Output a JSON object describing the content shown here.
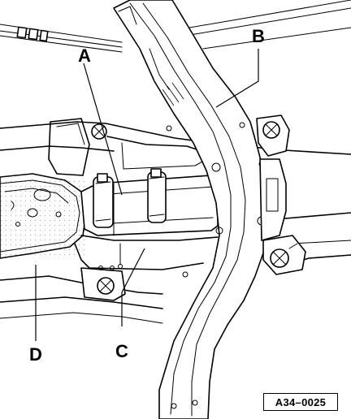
{
  "labels": {
    "a": "A",
    "b": "B",
    "c": "C",
    "d": "D"
  },
  "reference_code": "A34–0025"
}
